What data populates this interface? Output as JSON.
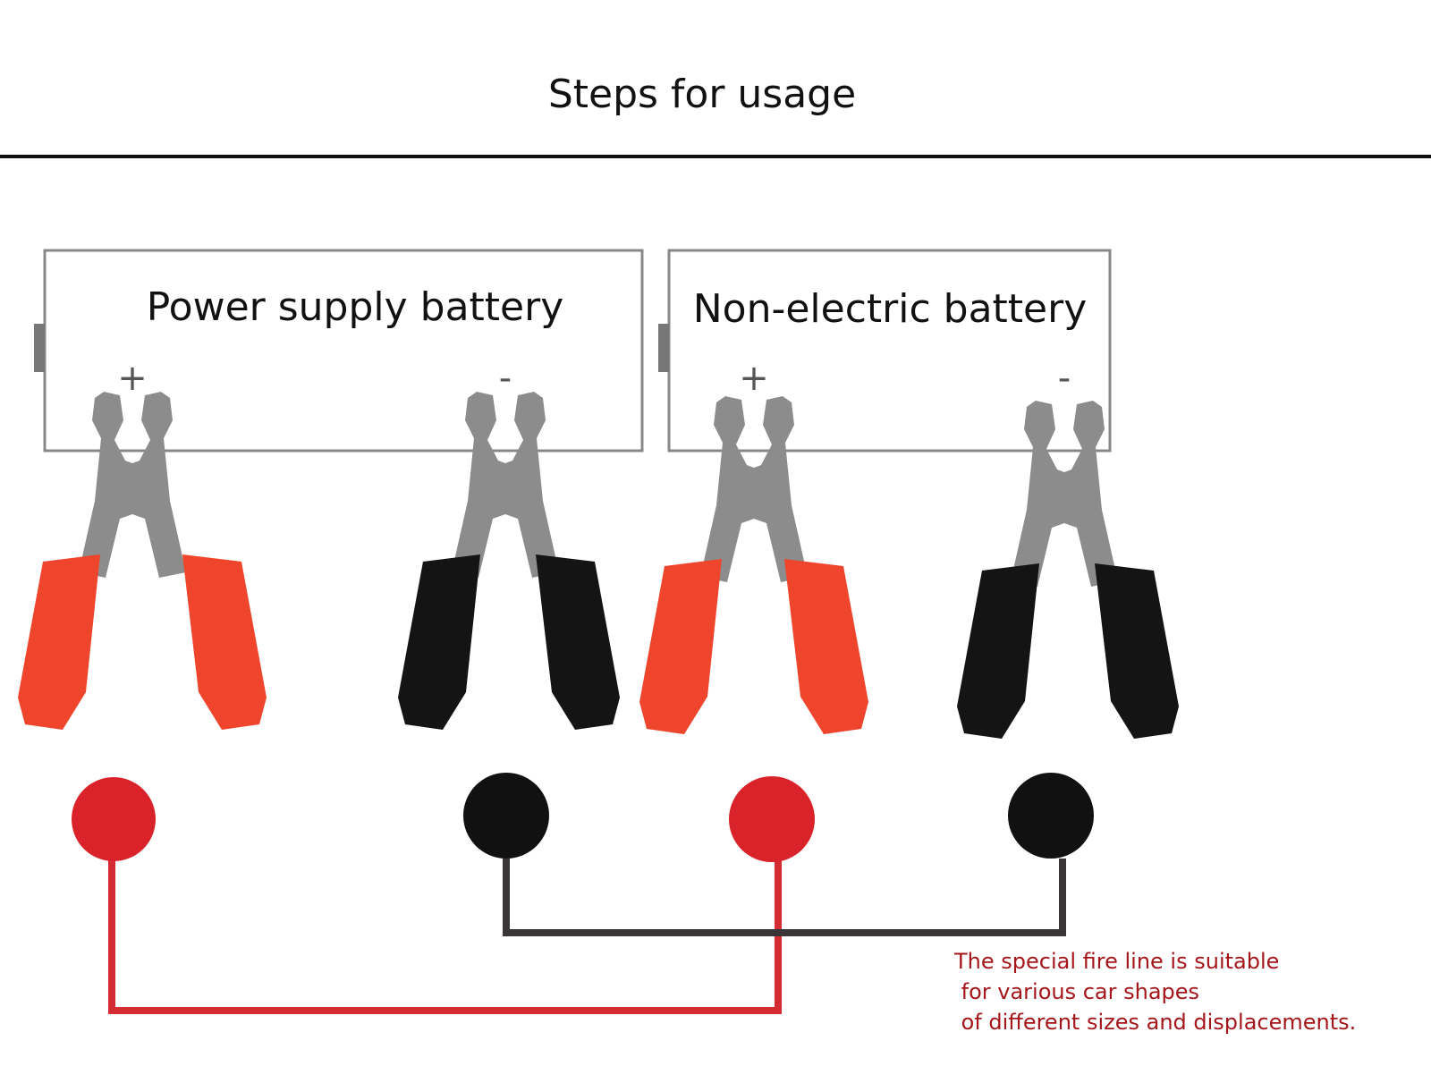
{
  "title": "Steps for usage",
  "batteries": [
    {
      "label": "Power supply battery",
      "positive": "+",
      "negative": "-"
    },
    {
      "label": "Non-electric battery",
      "positive": "+",
      "negative": "-"
    }
  ],
  "clamps": [
    {
      "battery": 0,
      "terminal": "+",
      "color": "#f0452d"
    },
    {
      "battery": 0,
      "terminal": "-",
      "color": "#141414"
    },
    {
      "battery": 1,
      "terminal": "+",
      "color": "#f0452d"
    },
    {
      "battery": 1,
      "terminal": "-",
      "color": "#141414"
    }
  ],
  "connectors": [
    {
      "color": "#d9222a"
    },
    {
      "color": "#111111"
    },
    {
      "color": "#d9222a"
    },
    {
      "color": "#111111"
    }
  ],
  "wires": [
    {
      "from": 0,
      "to": 2,
      "color": "#d52b33"
    },
    {
      "from": 1,
      "to": 3,
      "color": "#3a3536"
    }
  ],
  "note": {
    "line1": "The special fire line is suitable",
    "line2": " for various car shapes",
    "line3": " of different sizes and displacements."
  }
}
